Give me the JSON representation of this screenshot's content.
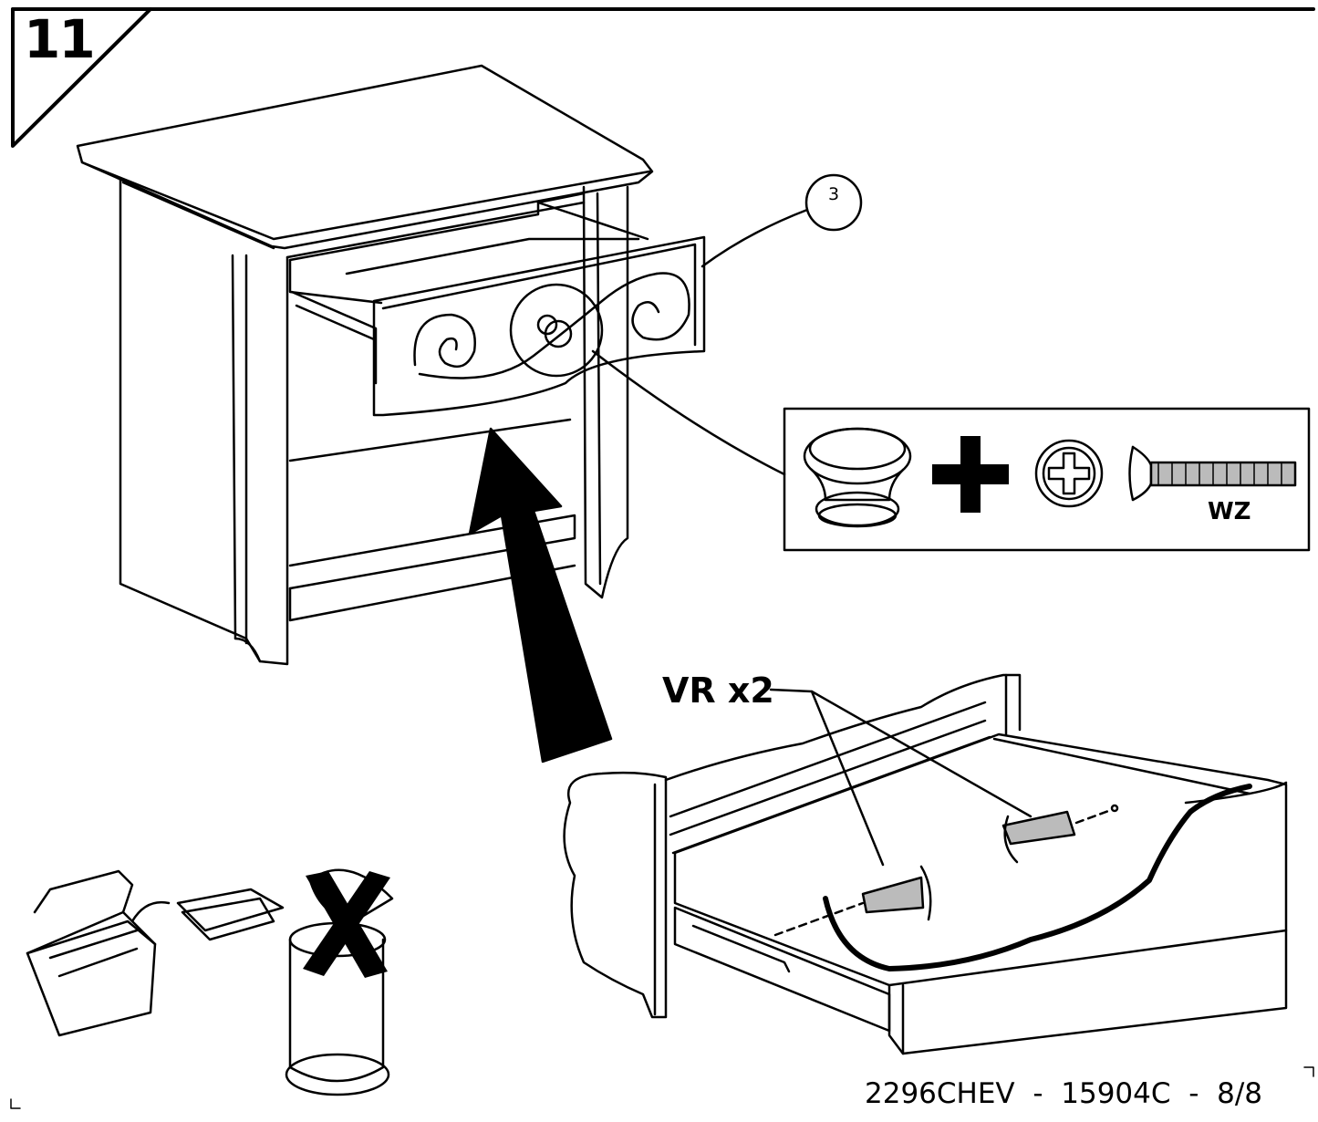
{
  "step": {
    "number": "11"
  },
  "callout": {
    "number": "3"
  },
  "parts": {
    "knob": {
      "icon": "knob-icon"
    },
    "plus": {
      "icon": "plus-icon"
    },
    "screw_head": {
      "icon": "phillips-head-icon"
    },
    "screw": {
      "icon": "screw-icon",
      "code": "WZ"
    }
  },
  "drawer_detail": {
    "screws_label": "VR x2"
  },
  "recycle_note": {
    "box_icon": "file-box-icon",
    "papers_icon": "papers-icon",
    "bin_icon": "trash-bin-icon",
    "cross_icon": "cross-icon"
  },
  "footer": {
    "code": "2296CHEV  -  15904C  -  8/8"
  },
  "colors": {
    "ink": "#000000",
    "paper": "#ffffff"
  }
}
